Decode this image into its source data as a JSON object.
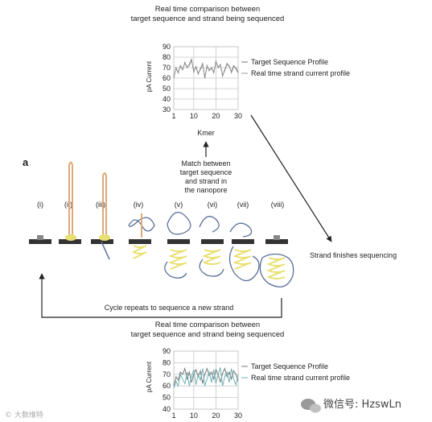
{
  "panel_label": "a",
  "stage_labels": [
    "(i)",
    "(ii)",
    "(iii)",
    "(iv)",
    "(v)",
    "(vi)",
    "(vii)",
    "(viii)"
  ],
  "match_label_lines": [
    "Match between",
    "target sequence",
    "and strand in",
    "the nanopore"
  ],
  "strand_finishes": "Strand finishes sequencing",
  "cycle_repeats": "Cycle repeats to sequence a new strand",
  "watermark_left": "© 大数维特",
  "watermark_right": "微信号: HzswLn",
  "colors": {
    "target": "#7a7a7a",
    "realtime": "#6fb3b8",
    "grid": "#c7c7c7",
    "strand": "#e0a878",
    "dna": "#5a6f9a",
    "motor": "#e8e070"
  },
  "chart_data": [
    {
      "type": "line",
      "title_lines": [
        "Real time comparison between",
        "target sequence and strand being sequenced"
      ],
      "xlabel": "Kmer",
      "ylabel": "pA Current",
      "xlim": [
        1,
        30
      ],
      "ylim": [
        30,
        90
      ],
      "xticks": [
        "1",
        "10",
        "20",
        "30"
      ],
      "yticks": [
        "90",
        "80",
        "70",
        "60",
        "50",
        "40",
        "30"
      ],
      "grid": true,
      "legend": "right",
      "series": [
        {
          "name": "Target Sequence Profile",
          "color": "#7a7a7a",
          "x": [
            1,
            2,
            3,
            4,
            5,
            6,
            7,
            8,
            9,
            10,
            11,
            12,
            13,
            14,
            15,
            16,
            17,
            18,
            19,
            20,
            21,
            22,
            23,
            24,
            25,
            26,
            27,
            28,
            29,
            30
          ],
          "y": [
            60,
            70,
            65,
            72,
            68,
            75,
            70,
            73,
            78,
            66,
            71,
            64,
            69,
            74,
            60,
            72,
            67,
            70,
            65,
            76,
            70,
            73,
            62,
            68,
            74,
            71,
            66,
            72,
            69,
            65
          ]
        },
        {
          "name": "Real time strand current profile",
          "color": "#9a9a9a",
          "x": [
            1,
            2,
            3,
            4,
            5,
            6,
            7,
            8,
            9,
            10,
            11,
            12,
            13,
            14,
            15,
            16,
            17,
            18,
            19,
            20,
            21,
            22,
            23,
            24,
            25,
            26,
            27,
            28,
            29,
            30
          ],
          "y": [
            61,
            69,
            66,
            71,
            69,
            74,
            71,
            72,
            77,
            67,
            70,
            65,
            68,
            73,
            61,
            71,
            68,
            69,
            66,
            75,
            71,
            72,
            63,
            67,
            73,
            72,
            65,
            71,
            70,
            66
          ]
        }
      ]
    },
    {
      "type": "line",
      "title_lines": [
        "Real time comparison between",
        "target sequence and strand being sequenced"
      ],
      "xlabel": "",
      "ylabel": "pA Current",
      "xlim": [
        1,
        30
      ],
      "ylim": [
        40,
        90
      ],
      "xticks": [
        "1",
        "10",
        "20",
        "30"
      ],
      "yticks": [
        "90",
        "80",
        "70",
        "60",
        "50",
        "40"
      ],
      "grid": true,
      "legend": "right",
      "series": [
        {
          "name": "Target Sequence Profile",
          "color": "#7a7a7a",
          "x": [
            1,
            2,
            3,
            4,
            5,
            6,
            7,
            8,
            9,
            10,
            11,
            12,
            13,
            14,
            15,
            16,
            17,
            18,
            19,
            20,
            21,
            22,
            23,
            24,
            25,
            26,
            27,
            28,
            29,
            30
          ],
          "y": [
            60,
            68,
            65,
            72,
            70,
            75,
            66,
            72,
            63,
            70,
            74,
            68,
            73,
            62,
            70,
            75,
            69,
            72,
            66,
            74,
            70,
            63,
            71,
            75,
            68,
            72,
            66,
            73,
            70,
            64
          ]
        },
        {
          "name": "Real time strand current profile",
          "color": "#6fb3b8",
          "x": [
            1,
            2,
            3,
            4,
            5,
            6,
            7,
            8,
            9,
            10,
            11,
            12,
            13,
            14,
            15,
            16,
            17,
            18,
            19,
            20,
            21,
            22,
            23,
            24,
            25,
            26,
            27,
            28,
            29,
            30
          ],
          "y": [
            58,
            64,
            60,
            70,
            66,
            62,
            72,
            60,
            68,
            74,
            61,
            70,
            65,
            75,
            60,
            66,
            72,
            63,
            74,
            62,
            70,
            76,
            60,
            68,
            72,
            63,
            75,
            66,
            61,
            70
          ]
        }
      ]
    }
  ]
}
